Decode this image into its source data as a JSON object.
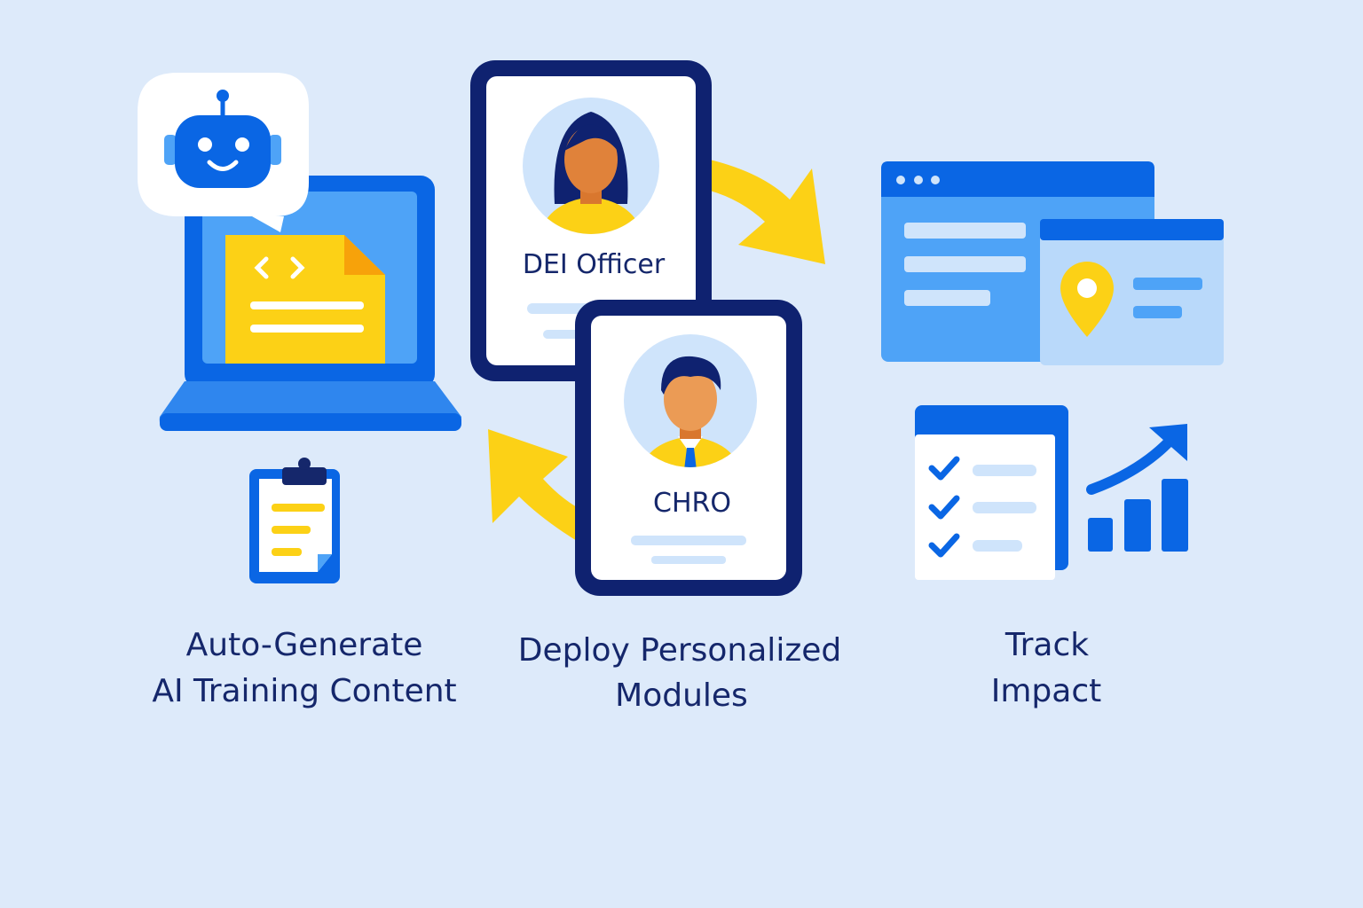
{
  "steps": [
    {
      "title_line1": "Auto-Generate",
      "title_line2": "AI Training Content",
      "icon": "laptop-robot-icon"
    },
    {
      "title_line1": "Deploy Personalized",
      "title_line2": "Modules",
      "icon": "profile-cards-icon"
    },
    {
      "title_line1": "Track",
      "title_line2": "Impact",
      "icon": "dashboard-chart-icon"
    }
  ],
  "cards": {
    "dei": "DEI Officer",
    "chro": "CHRO"
  },
  "colors": {
    "background": "#ddeafa",
    "navy": "#15276b",
    "blue": "#0a66e4",
    "yellow": "#fcd116"
  }
}
